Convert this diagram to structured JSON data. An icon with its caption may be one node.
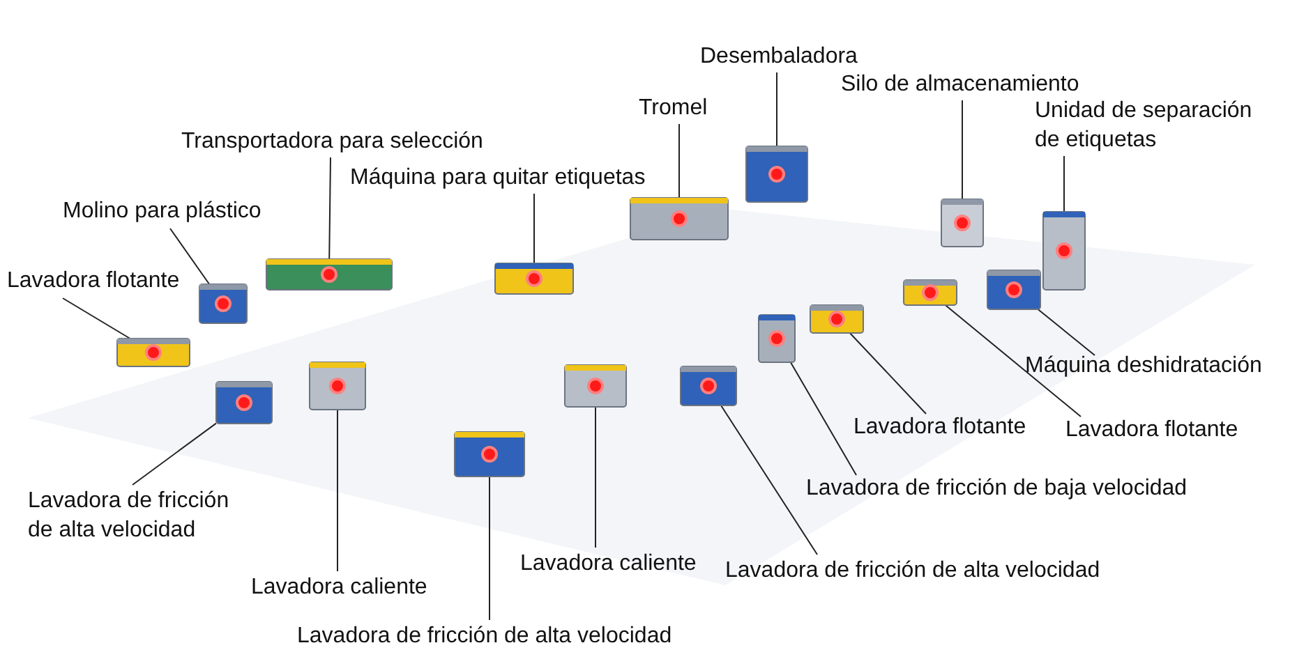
{
  "diagram": {
    "nodes": [
      {
        "text": [
          "Desembaladora"
        ]
      },
      {
        "text": [
          "Silo de almacenamiento"
        ]
      },
      {
        "text": [
          "Tromel"
        ]
      },
      {
        "text": [
          "Unidad de separación de etiquetas"
        ]
      },
      {
        "text": [
          "Transportadora para selección"
        ]
      },
      {
        "text": [
          "Máquina para quitar etiquetas"
        ]
      },
      {
        "text": [
          "Molino para plástico"
        ]
      },
      {
        "text": [
          "Lavadora flotante"
        ]
      },
      {
        "text": [
          "Máquina deshidratación"
        ]
      },
      {
        "text": [
          "Lavadora flotante"
        ]
      },
      {
        "text": [
          "Lavadora flotante"
        ]
      },
      {
        "text": [
          "Lavadora de fricción de baja velocidad"
        ]
      },
      {
        "text": [
          "Lavadora de fricción de alta velocidad"
        ]
      },
      {
        "text": [
          "Lavadora caliente"
        ]
      },
      {
        "text": [
          "Lavadora caliente"
        ]
      },
      {
        "text": [
          "Lavadora de fricción de alta velocidad"
        ]
      },
      {
        "text": [
          "Lavadora de fricción de alta velocidad"
        ]
      },
      {
        "text": [],
        "shape": "picture"
      },
      {
        "text": [],
        "shape": "picture"
      },
      {
        "text": [],
        "shape": "picture"
      },
      {
        "text": [],
        "shape": "picture"
      },
      {
        "text": [],
        "shape": "picture"
      },
      {
        "text": [],
        "shape": "picture"
      },
      {
        "text": [],
        "shape": "picture"
      },
      {
        "text": [],
        "shape": "picture"
      },
      {
        "text": [],
        "shape": "picture"
      },
      {
        "text": [],
        "shape": "picture"
      },
      {
        "text": [],
        "shape": "picture"
      },
      {
        "text": [],
        "shape": "picture"
      },
      {
        "text": [],
        "shape": "picture"
      },
      {
        "text": [],
        "shape": "picture"
      },
      {
        "text": [],
        "shape": "picture"
      },
      {
        "text": [],
        "shape": "picture"
      },
      {
        "text": [],
        "shape": "picture"
      }
    ],
    "edges": [
      {
        "from": 0,
        "to": 17,
        "arrow": "none"
      },
      {
        "from": 1,
        "to": 18,
        "arrow": "none"
      },
      {
        "from": 2,
        "to": 19,
        "arrow": "none"
      },
      {
        "from": 3,
        "to": 20,
        "arrow": "none"
      },
      {
        "from": 4,
        "to": 21,
        "arrow": "none"
      },
      {
        "from": 5,
        "to": 22,
        "arrow": "none"
      },
      {
        "from": 6,
        "to": 23,
        "arrow": "none"
      },
      {
        "from": 7,
        "to": 24,
        "arrow": "none"
      },
      {
        "from": 8,
        "to": 25,
        "arrow": "none"
      },
      {
        "from": 9,
        "to": 26,
        "arrow": "none"
      },
      {
        "from": 10,
        "to": 27,
        "arrow": "none"
      },
      {
        "from": 11,
        "to": 28,
        "arrow": "none"
      },
      {
        "from": 12,
        "to": 29,
        "arrow": "none"
      },
      {
        "from": 13,
        "to": 30,
        "arrow": "none"
      },
      {
        "from": 14,
        "to": 31,
        "arrow": "none"
      },
      {
        "from": 15,
        "to": 32,
        "arrow": "none"
      },
      {
        "from": 16,
        "to": 33,
        "arrow": "none"
      }
    ]
  }
}
